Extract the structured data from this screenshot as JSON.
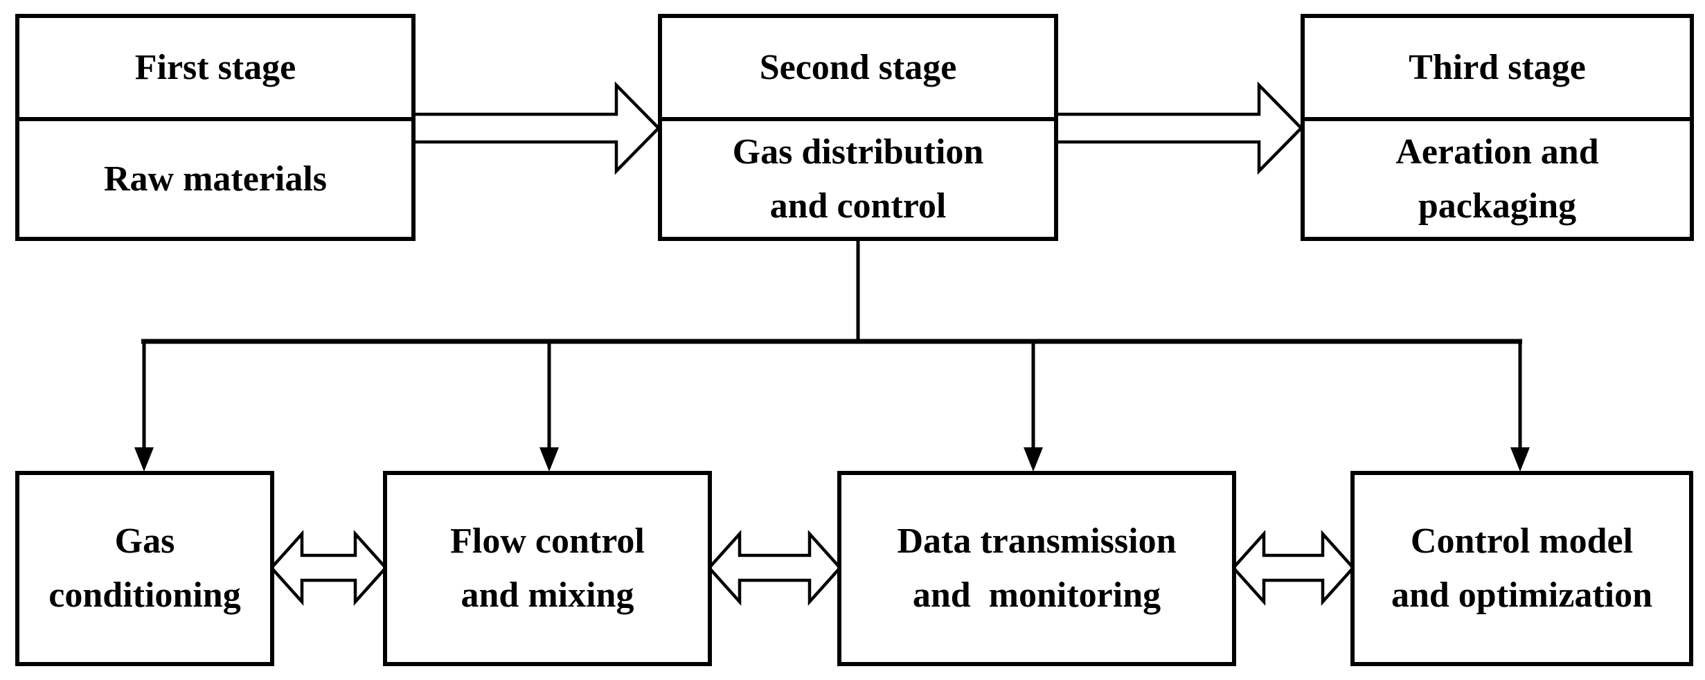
{
  "colors": {
    "line": "#000000",
    "background": "#ffffff"
  },
  "stages": [
    {
      "title": "First stage",
      "label": "Raw materials"
    },
    {
      "title": "Second stage",
      "label": "Gas distribution\nand control"
    },
    {
      "title": "Third stage",
      "label": "Aeration and\npackaging"
    }
  ],
  "subsystems": [
    {
      "label": "Gas\nconditioning"
    },
    {
      "label": "Flow control\nand mixing"
    },
    {
      "label": "Data transmission\nand  monitoring"
    },
    {
      "label": "Control model\nand optimization"
    }
  ]
}
